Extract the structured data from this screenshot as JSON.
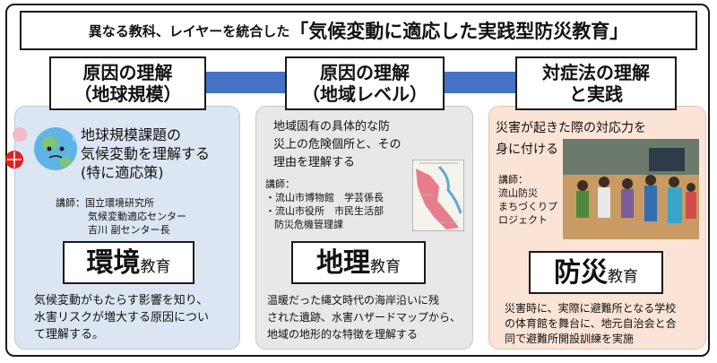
{
  "title": {
    "prefix": "異なる教科、レイヤーを統合した",
    "main": "「気候変動に適応した実践型防災教育」"
  },
  "columns": [
    {
      "header": [
        "原因の理解",
        "（地球規模）"
      ],
      "intro": [
        "地球規模課題の",
        "気候変動を理解する",
        "(特に適応策)"
      ],
      "lecturer": [
        "講師：国立環境研究所",
        "気候変動適応センター",
        "吉川 副センター長"
      ],
      "subject_big": "環境",
      "subject_small": "教育",
      "description": [
        "気候変動がもたらす影響を知り、",
        "水害リスクが増大する原因につい",
        "て理解する。"
      ]
    },
    {
      "header": [
        "原因の理解",
        "（地域レベル）"
      ],
      "intro": [
        "地域固有の具体的な防",
        "災上の危険個所と、その",
        "理由を理解する"
      ],
      "lecturer": [
        "講師：",
        "・流山市博物館　学芸係長",
        "・流山市役所　市民生活部",
        "防災危機管理課"
      ],
      "subject_big": "地理",
      "subject_small": "教育",
      "description": [
        "温暖だった縄文時代の海岸沿いに残",
        "された遺跡、水害ハザードマップから、",
        "地域の地形的な特徴を理解する"
      ]
    },
    {
      "header": [
        "対症法の理解",
        "と実践"
      ],
      "intro": [
        "災害が起きた際の対応力を",
        "身に付ける"
      ],
      "lecturer": [
        "講師：",
        "流山防災",
        "まちづくりプ",
        "ロジェクト"
      ],
      "subject_big": "防災",
      "subject_small": "教育",
      "description": [
        "災害時に、実際に避難所となる学校",
        "の体育館を舞台に、地元自治会と合",
        "同で避難所開設訓練を実施"
      ]
    }
  ],
  "colors": {
    "arrow": "#4472c4",
    "panel_environment": "#dce6f2",
    "panel_geography": "#e8e8e8",
    "panel_disaster": "#fbe3d6"
  }
}
